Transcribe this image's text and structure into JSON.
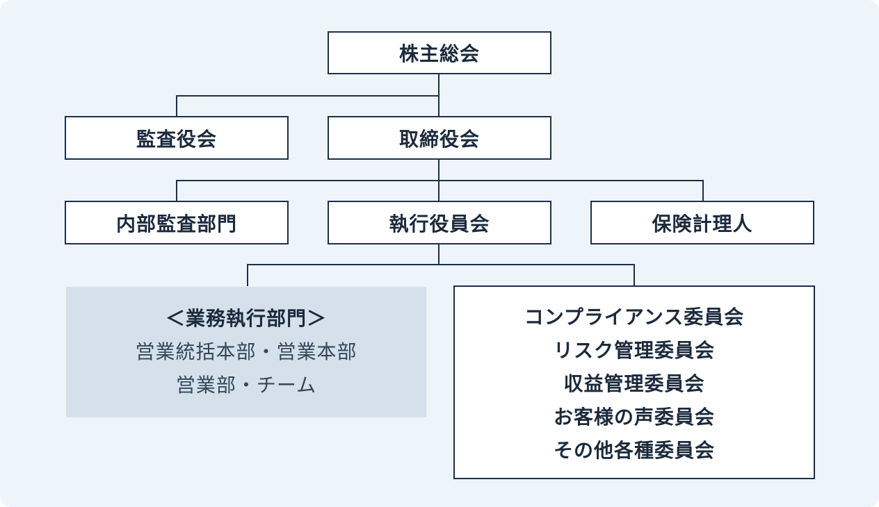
{
  "nodes": {
    "shareholders_meeting": "株主総会",
    "audit_board": "監査役会",
    "board_of_directors": "取締役会",
    "internal_audit": "内部監査部門",
    "executive_committee": "執行役員会",
    "actuary": "保険計理人",
    "business_execution": {
      "title": "＜業務執行部門＞",
      "lines": [
        "営業統括本部・営業本部",
        "営業部・チーム"
      ]
    },
    "committees": [
      "コンプライアンス委員会",
      "リスク管理委員会",
      "収益管理委員会",
      "お客様の声委員会",
      "その他各種委員会"
    ]
  },
  "colors": {
    "background": "#edf4fa",
    "box_border": "#1b3049",
    "box_fill": "#ffffff",
    "shaded_fill": "#d5e0ea",
    "text": "#1b2a3c"
  }
}
